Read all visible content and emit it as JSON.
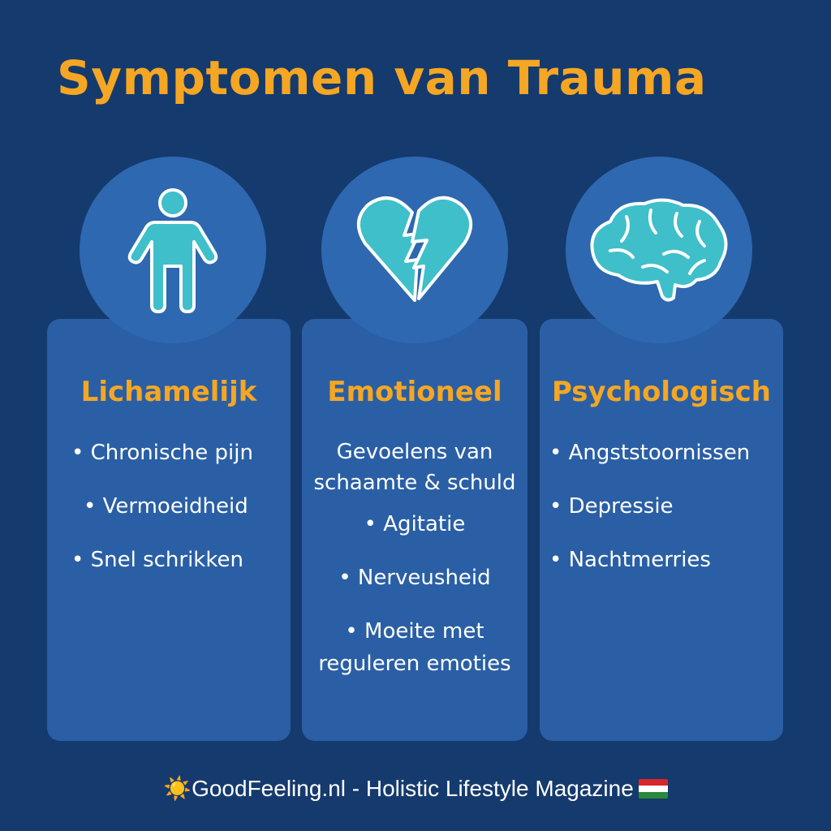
{
  "title": "Symptomen van Trauma",
  "columns": [
    {
      "heading": "Lichamelijk",
      "icon": "person-icon",
      "items": [
        "• Chronische pijn",
        "• Vermoeidheid",
        "• Snel schrikken"
      ]
    },
    {
      "heading": "Emotioneel",
      "icon": "broken-heart-icon",
      "items": [
        "Gevoelens van schaamte & schuld",
        "• Agitatie",
        "• Nerveusheid",
        "• Moeite met reguleren emoties"
      ]
    },
    {
      "heading": "Psychologisch",
      "icon": "brain-icon",
      "items": [
        "• Angststoornissen",
        "• Depressie",
        "• Nachtmerries"
      ]
    }
  ],
  "footer": {
    "text": "GoodFeeling.nl - Holistic Lifestyle Magazine",
    "sun": "☀️"
  },
  "colors": {
    "background": "#153a6e",
    "card": "#2a5fa5",
    "accent": "#f5a623",
    "icon": "#3fbfc9"
  }
}
